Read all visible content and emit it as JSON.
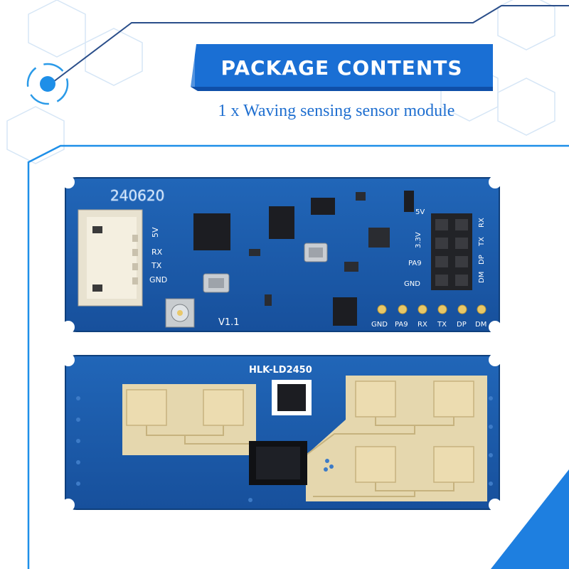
{
  "header": {
    "title": "PACKAGE CONTENTS",
    "subtitle": "1 x Waving sensing sensor module"
  },
  "colors": {
    "accent": "#1e7fe0",
    "pcb": "#1a57a8",
    "pad_gold": "#e5d7ae"
  },
  "pcb_top": {
    "date_code": "240620",
    "version": "V1.1",
    "left_pins": [
      "5V",
      "RX",
      "TX",
      "GND"
    ],
    "header_pins_left": [
      "5V",
      "3.3V",
      "PA9",
      "GND"
    ],
    "header_pins_right": [
      "RX",
      "TX",
      "DP",
      "DM"
    ],
    "bottom_pads": [
      "GND",
      "PA9",
      "RX",
      "TX",
      "DP",
      "DM"
    ]
  },
  "pcb_bottom": {
    "model": "HLK-LD2450"
  }
}
